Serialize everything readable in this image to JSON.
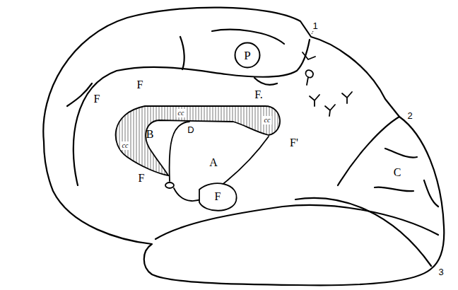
{
  "diagram": {
    "nodes": [
      {
        "text": [
          "P"
        ]
      }
    ],
    "labels": [
      "1",
      "F",
      "F",
      "F.",
      "cc",
      "B",
      "D",
      "cc",
      "cc",
      "A",
      "F",
      "F'",
      "F",
      "2",
      "C",
      "3"
    ]
  }
}
